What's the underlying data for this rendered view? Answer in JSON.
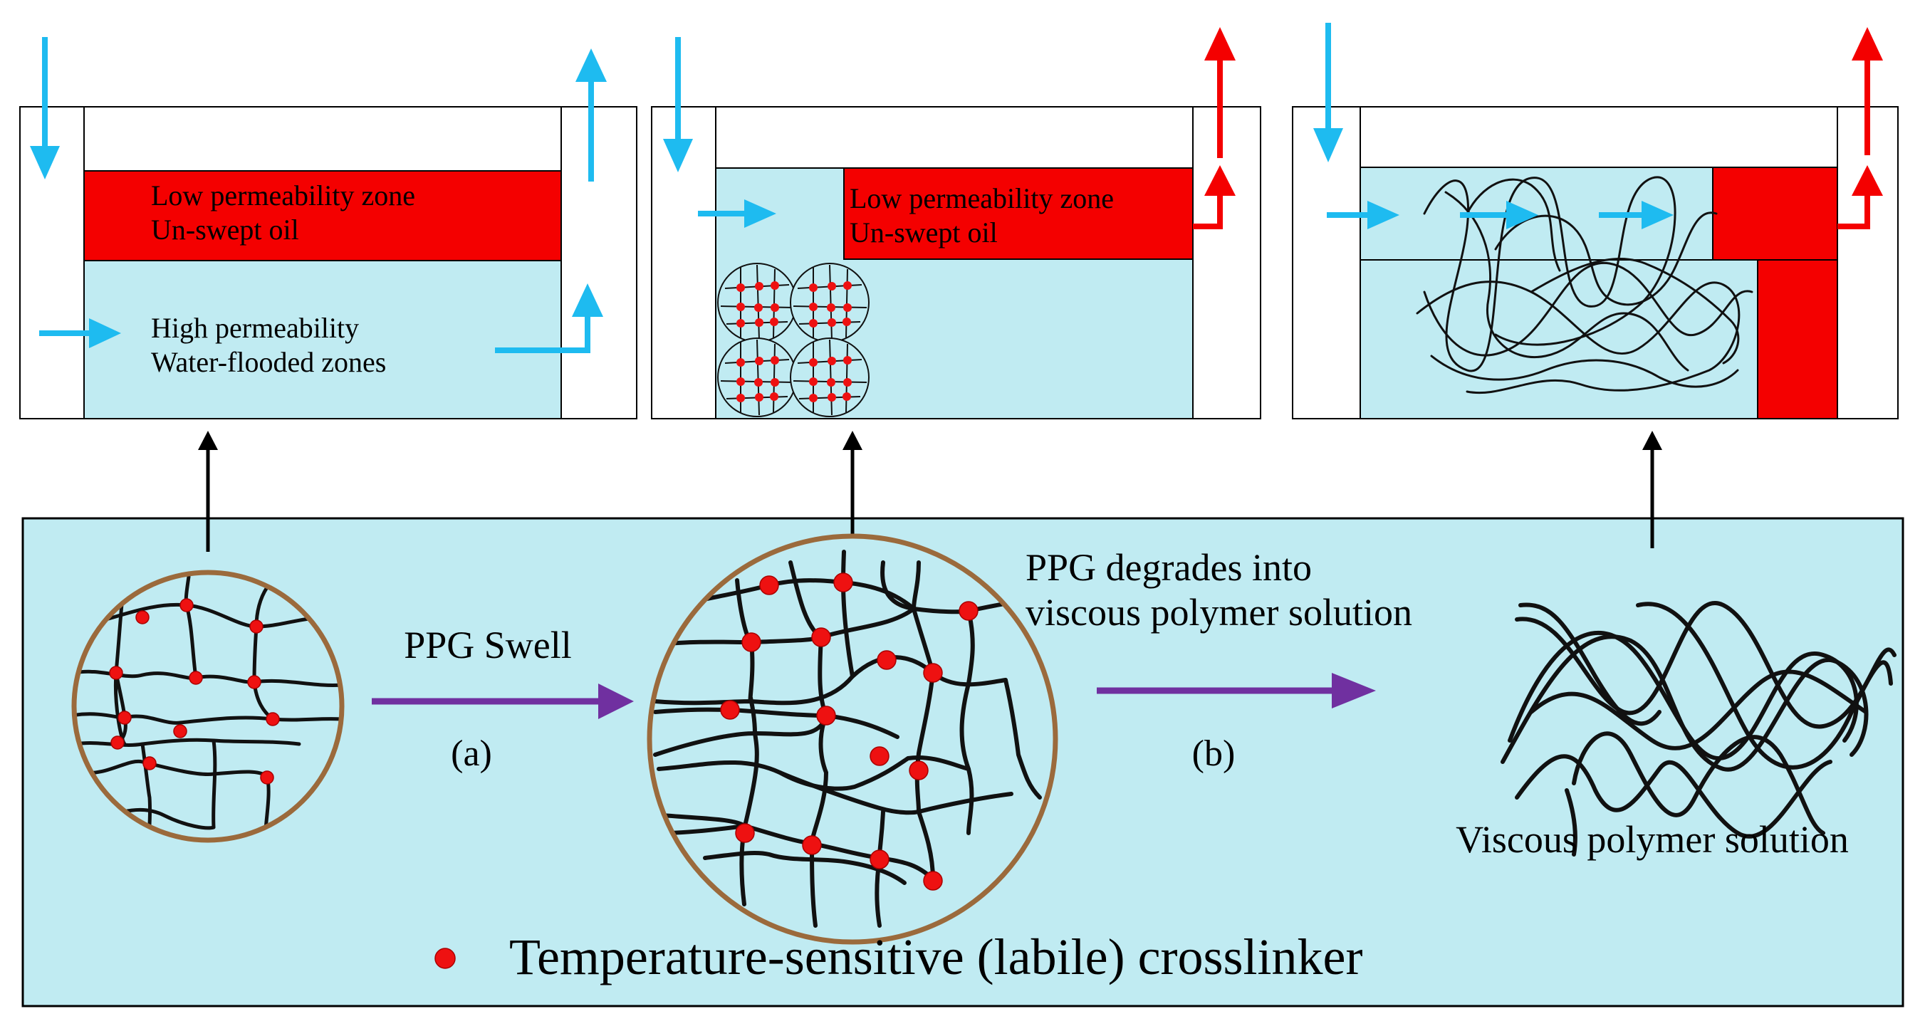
{
  "colors": {
    "water": "#c0ebf2",
    "oil": "#f40000",
    "flow_in": "#1ebbf0",
    "flow_out_red": "#f40000",
    "process_arrow": "#7030a0",
    "particle_ring": "#9b6a3c",
    "crosslinker": "#ee1111",
    "polymer": "#111111",
    "outline": "#000000"
  },
  "panels": [
    {
      "id": "initial",
      "low_zone_line1": "Low permeability zone",
      "low_zone_line2": "Un-swept oil",
      "high_zone_line1": "High permeability",
      "high_zone_line2": "Water-flooded zones"
    },
    {
      "id": "ppg-plugging",
      "low_zone_line1": "Low permeability zone",
      "low_zone_line2": "Un-swept oil"
    },
    {
      "id": "polymer-sweep"
    }
  ],
  "process": {
    "step_a_label": "PPG Swell",
    "step_a_tag": "(a)",
    "step_b_label_line1": "PPG degrades into",
    "step_b_label_line2": "viscous polymer solution",
    "step_b_tag": "(b)",
    "solution_label": "Viscous polymer solution",
    "legend_text": "Temperature-sensitive (labile) crosslinker"
  },
  "icons": {
    "legend_marker": "red-dot-icon",
    "flow_arrow": "arrow-icon"
  }
}
